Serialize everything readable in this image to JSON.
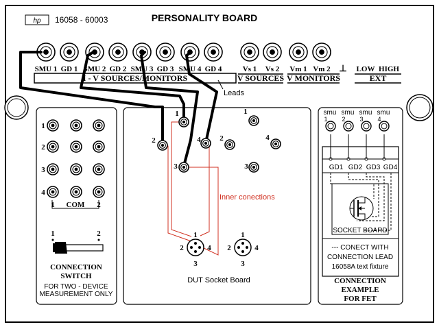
{
  "header": {
    "logo": "hp",
    "part_number": "16058 - 60003",
    "title": "PERSONALITY BOARD"
  },
  "top_terminals": {
    "labels": [
      "SMU 1",
      "GD 1",
      "SMU 2",
      "GD 2",
      "SMU 3",
      "GD 3",
      "SMU 4",
      "GD 4",
      "Vs 1",
      "Vs 2",
      "Vm 1",
      "Vm 2",
      "LOW",
      "HIGH"
    ],
    "ground_symbol": "⊥",
    "groups": {
      "iv": "I - V SOURCES/MONITORS",
      "vs": "V SOURCES",
      "vm": "V MONITORS",
      "ext": "EXT"
    }
  },
  "leads_label": "Leads",
  "inner_connections_label": "Inner conections",
  "connection_switch": {
    "row_labels": [
      "1",
      "2",
      "3",
      "4"
    ],
    "com_labels": [
      "1",
      "COM",
      "2"
    ],
    "switch_positions": [
      "1",
      "2"
    ],
    "title_line1": "CONNECTION",
    "title_line2": "SWITCH",
    "note_line1": "FOR TWO - DEVICE",
    "note_line2": "MEASUREMENT ONLY"
  },
  "dut_board": {
    "left_labels": [
      "1",
      "2",
      "3",
      "4"
    ],
    "right_labels": [
      "1",
      "2",
      "3",
      "4"
    ],
    "socket_labels": [
      "1",
      "2",
      "3",
      "4"
    ],
    "caption": "DUT Socket Board"
  },
  "fet_example": {
    "smu_labels": [
      "smu",
      "smu",
      "smu",
      "smu"
    ],
    "smu_numbers": [
      "1",
      "2",
      "3",
      "4"
    ],
    "gd_labels": [
      "GD1",
      "GD2",
      "GD3",
      "GD4"
    ],
    "socket_board": "SOCKET BOARD",
    "note_line1": "--- CONECT WITH",
    "note_line2": "CONNECTION LEAD",
    "note_line3": "16058A text fixture",
    "title_line1": "CONNECTION",
    "title_line2": "EXAMPLE",
    "title_line3": "FOR FET"
  }
}
